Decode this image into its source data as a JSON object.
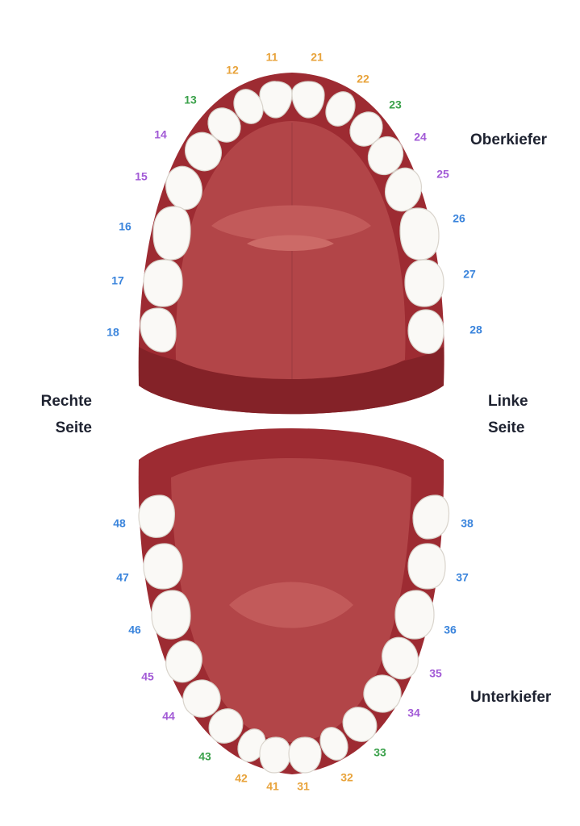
{
  "labels": {
    "upper_jaw": "Oberkiefer",
    "lower_jaw": "Unterkiefer",
    "right_side_line1": "Rechte",
    "right_side_line2": "Seite",
    "left_side_line1": "Linke",
    "left_side_line2": "Seite"
  },
  "colors": {
    "incisor": "#e8a33b",
    "canine": "#3aa14a",
    "premolar": "#a25ad6",
    "molar": "#3a84dc",
    "gum": "#9d2b32",
    "gum_dark": "#842228",
    "palate": "#b24548",
    "tongue": "#c25a5a",
    "tooth": "#faf9f6"
  },
  "upper_teeth": [
    {
      "number": "11",
      "type": "incisor"
    },
    {
      "number": "12",
      "type": "incisor"
    },
    {
      "number": "13",
      "type": "canine"
    },
    {
      "number": "14",
      "type": "premolar"
    },
    {
      "number": "15",
      "type": "premolar"
    },
    {
      "number": "16",
      "type": "molar"
    },
    {
      "number": "17",
      "type": "molar"
    },
    {
      "number": "18",
      "type": "molar"
    },
    {
      "number": "21",
      "type": "incisor"
    },
    {
      "number": "22",
      "type": "incisor"
    },
    {
      "number": "23",
      "type": "canine"
    },
    {
      "number": "24",
      "type": "premolar"
    },
    {
      "number": "25",
      "type": "premolar"
    },
    {
      "number": "26",
      "type": "molar"
    },
    {
      "number": "27",
      "type": "molar"
    },
    {
      "number": "28",
      "type": "molar"
    }
  ],
  "lower_teeth": [
    {
      "number": "31",
      "type": "incisor"
    },
    {
      "number": "32",
      "type": "incisor"
    },
    {
      "number": "33",
      "type": "canine"
    },
    {
      "number": "34",
      "type": "premolar"
    },
    {
      "number": "35",
      "type": "premolar"
    },
    {
      "number": "36",
      "type": "molar"
    },
    {
      "number": "37",
      "type": "molar"
    },
    {
      "number": "38",
      "type": "molar"
    },
    {
      "number": "41",
      "type": "incisor"
    },
    {
      "number": "42",
      "type": "incisor"
    },
    {
      "number": "43",
      "type": "canine"
    },
    {
      "number": "44",
      "type": "premolar"
    },
    {
      "number": "45",
      "type": "premolar"
    },
    {
      "number": "46",
      "type": "molar"
    },
    {
      "number": "47",
      "type": "molar"
    },
    {
      "number": "48",
      "type": "molar"
    }
  ]
}
